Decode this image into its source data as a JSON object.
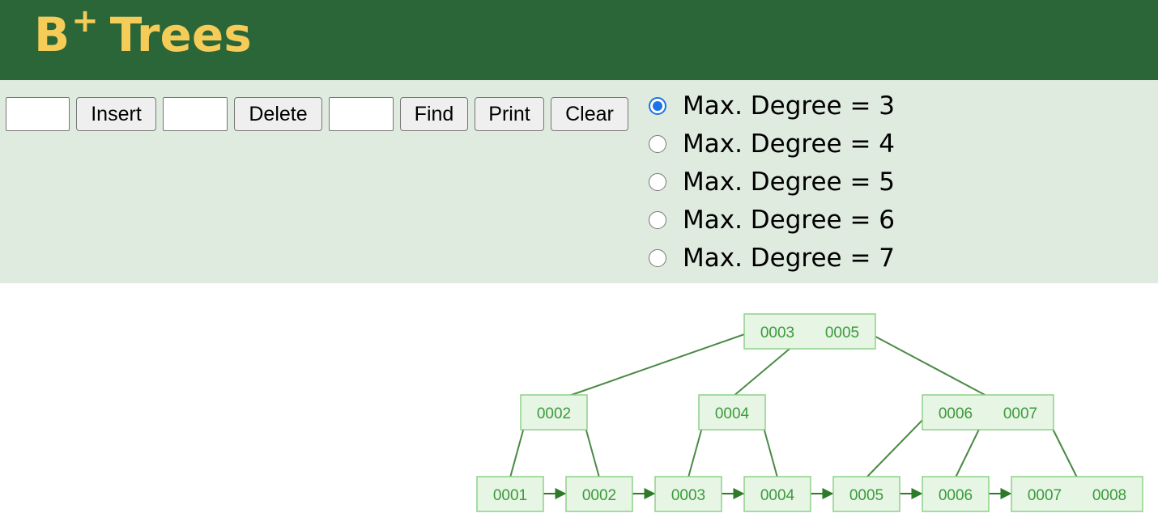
{
  "header": {
    "title_b": "B",
    "title_sup": "+",
    "title_rest": "Trees"
  },
  "toolbar": {
    "insert_value": "",
    "insert_label": "Insert",
    "delete_value": "",
    "delete_label": "Delete",
    "find_value": "",
    "find_label": "Find",
    "print_label": "Print",
    "clear_label": "Clear"
  },
  "degree_options": [
    {
      "label": "Max. Degree = 3",
      "checked": true
    },
    {
      "label": "Max. Degree = 4",
      "checked": false
    },
    {
      "label": "Max. Degree = 5",
      "checked": false
    },
    {
      "label": "Max. Degree = 6",
      "checked": false
    },
    {
      "label": "Max. Degree = 7",
      "checked": false
    }
  ],
  "tree": {
    "colors": {
      "node_fill": "#e6f5e4",
      "node_stroke": "#8fd08a",
      "key_text": "#3c9a3c",
      "edge": "#4a8a45",
      "arrow": "#2d7a29"
    },
    "root": [
      "0003",
      "0005"
    ],
    "internal": [
      [
        "0002"
      ],
      [
        "0004"
      ],
      [
        "0006",
        "0007"
      ]
    ],
    "leaves": [
      [
        "0001"
      ],
      [
        "0002"
      ],
      [
        "0003"
      ],
      [
        "0004"
      ],
      [
        "0005"
      ],
      [
        "0006"
      ],
      [
        "0007",
        "0008"
      ]
    ]
  }
}
